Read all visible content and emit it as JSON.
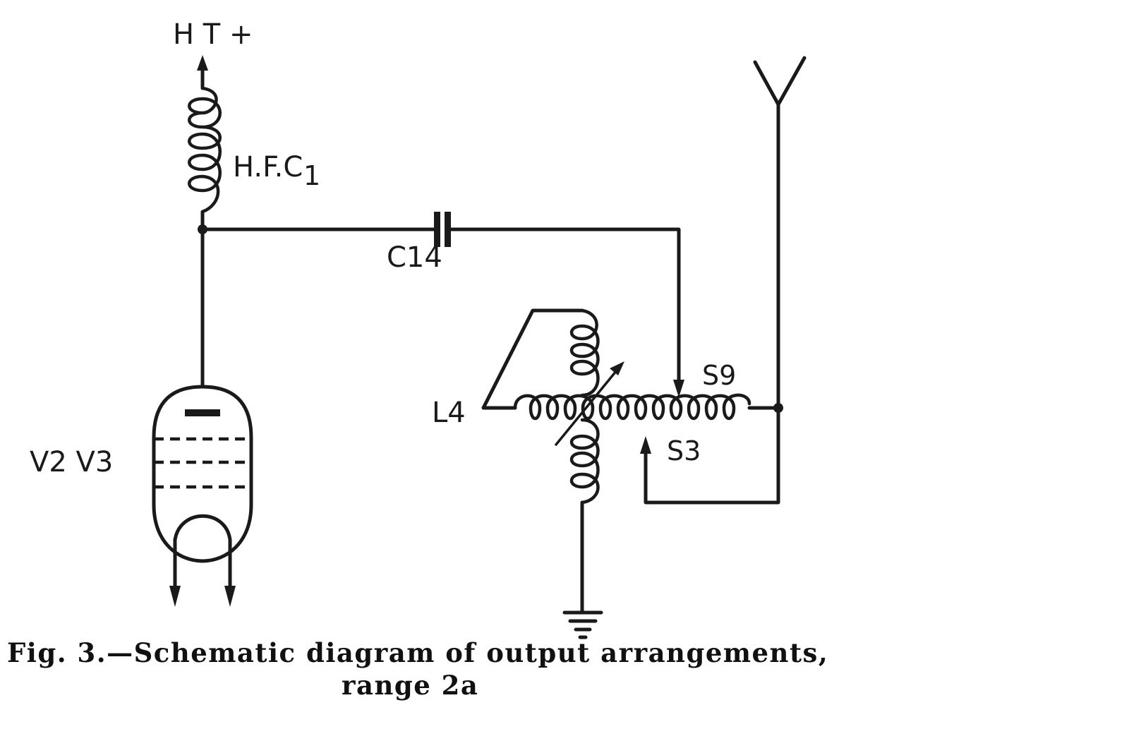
{
  "diagram": {
    "labels": {
      "ht_plus": "H T +",
      "hfc": "H.F.C",
      "hfc_sub": "1",
      "capacitor": "C14",
      "valve": "V2 V3",
      "coil_l4": "L4",
      "tap_s9": "S9",
      "tap_s3": "S3"
    }
  },
  "caption": {
    "line1": "Fig. 3.—Schematic diagram of output arrangements,",
    "line2": "range 2a"
  }
}
